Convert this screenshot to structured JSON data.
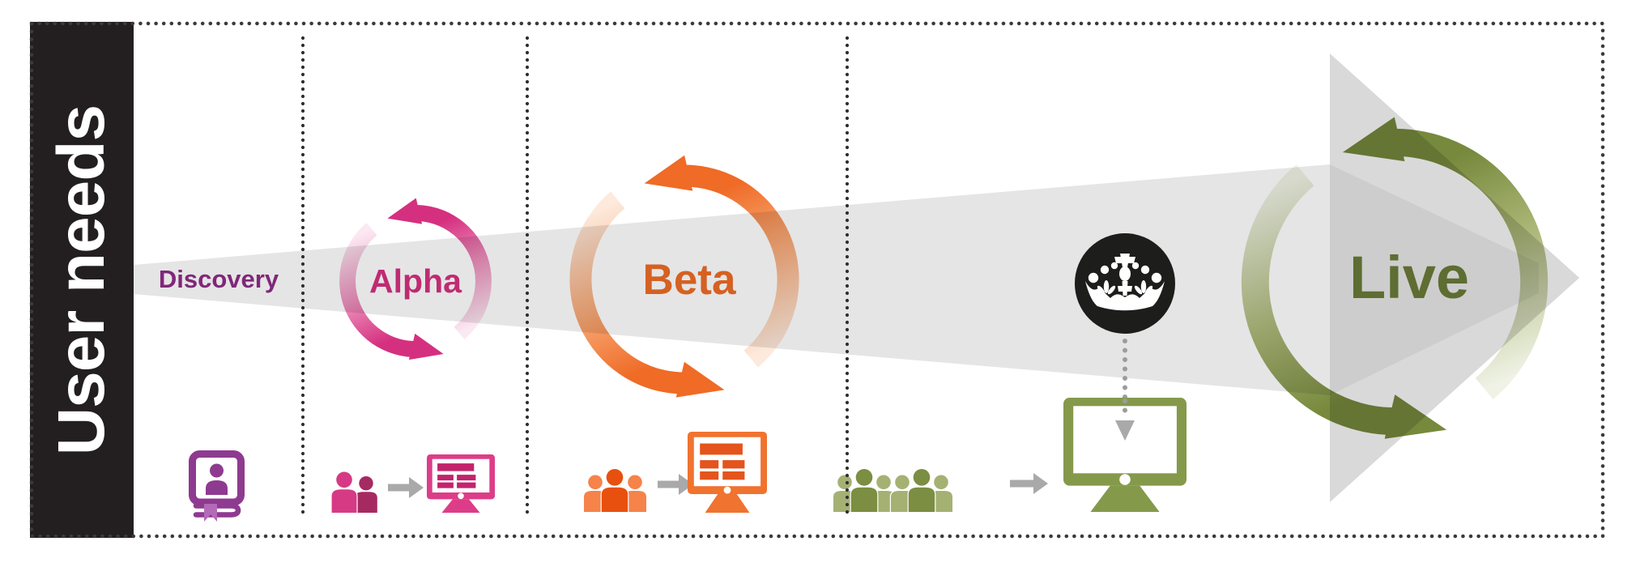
{
  "diagram_title": "User needs",
  "sidebar": {
    "label": "User needs",
    "bg": "#231f20",
    "text_color": "#ffffff"
  },
  "phases": [
    {
      "id": "discovery",
      "label": "Discovery",
      "text_color": "#8e2b87"
    },
    {
      "id": "alpha",
      "label": "Alpha",
      "text_color": "#d5307f",
      "cycle_colors": {
        "light": "#fbe9f2",
        "mid": "#ea86b6",
        "solid": "#d5307f"
      }
    },
    {
      "id": "beta",
      "label": "Beta",
      "text_color": "#ee6c26",
      "cycle_colors": {
        "light": "#fdeadd",
        "mid": "#f7a571",
        "solid": "#ef6b26"
      }
    },
    {
      "id": "live",
      "label": "Live",
      "text_color": "#75883c",
      "cycle_colors": {
        "light": "#eff2e4",
        "mid": "#a9b574",
        "solid": "#76893c"
      }
    }
  ],
  "flow_arrow": {
    "tail_color": "#e5e5e5",
    "head_color": "#d9d9d9",
    "overlap_shade": "rgba(0,0,0,0.05)"
  },
  "icons": {
    "discovery_book": {
      "name": "user-research-book-icon",
      "book_color": "#8e3a90",
      "ribbon_color": "#b36ab8"
    },
    "alpha_users": {
      "name": "two-users-icon",
      "front_color": "#d63a85",
      "back_color": "#a62a62"
    },
    "alpha_monitor": {
      "name": "monitor-content-icon",
      "frame": "#dd3d88",
      "bars": "#c2246c"
    },
    "beta_users": {
      "name": "three-users-icon",
      "front_color": "#e8500f",
      "back_color": "#f5834a"
    },
    "beta_monitor": {
      "name": "monitor-content-icon",
      "frame": "#f0732f",
      "bars": "#e4541c"
    },
    "live_users": {
      "name": "six-users-icon",
      "front_color": "#7b8e41",
      "back_color": "#a5b173"
    },
    "live_monitor": {
      "name": "monitor-empty-icon",
      "frame": "#85994b"
    },
    "crown": {
      "name": "govuk-crown-icon",
      "circle_color": "#1d1d1b",
      "glyph_color": "#ffffff"
    },
    "step_arrow_color": "#a9a9a9",
    "connector": {
      "style": "dotted",
      "color": "#9c9c9c"
    }
  },
  "border": {
    "style": "dotted",
    "color": "#3a3a3a",
    "divider_color": "#2f2f2f"
  }
}
